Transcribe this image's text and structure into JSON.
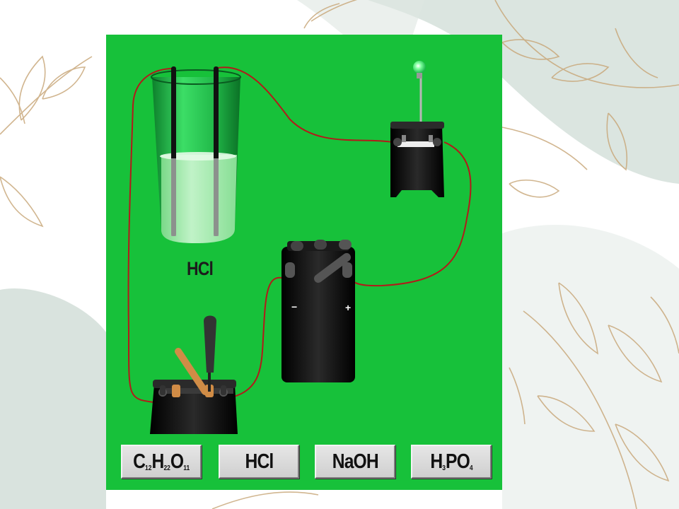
{
  "scene": {
    "solution_label": "HCl",
    "battery_minus": "−",
    "battery_plus": "+"
  },
  "buttons": [
    {
      "parts": [
        [
          "C",
          "12"
        ],
        [
          "H",
          "22"
        ],
        [
          "O",
          "11"
        ]
      ]
    },
    {
      "parts": [
        [
          "HCl",
          ""
        ]
      ]
    },
    {
      "parts": [
        [
          "NaOH",
          ""
        ]
      ]
    },
    {
      "parts": [
        [
          "H",
          "3"
        ],
        [
          "PO",
          "4"
        ]
      ]
    }
  ],
  "colors": {
    "panel": "#17c13a",
    "wire": "#b31a1a",
    "bulb": "#35e07a"
  },
  "icons": [
    "beaker-icon",
    "light-bulb-icon",
    "battery-icon",
    "knife-switch-icon",
    "electrode-icon"
  ]
}
